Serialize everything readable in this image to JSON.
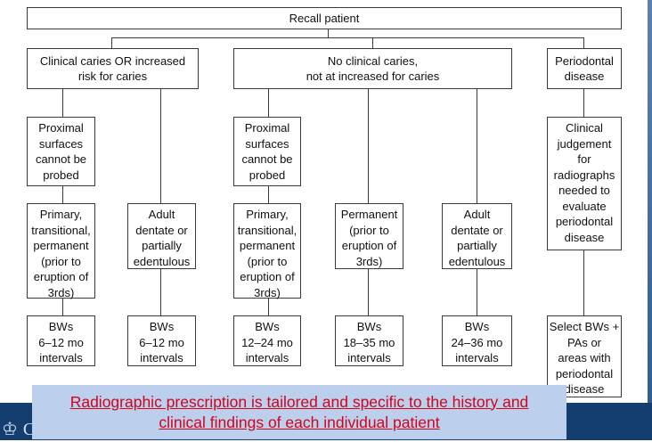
{
  "root": "Recall patient",
  "branches": {
    "caries_risk": "Clinical caries OR increased\nrisk for caries",
    "no_caries": "No clinical caries,\nnot at increased for caries",
    "perio": "Periodontal\ndisease"
  },
  "conditions": {
    "proximal_1": "Proximal\nsurfaces\ncannot be\nprobed",
    "proximal_2": "Proximal\nsurfaces\ncannot be\nprobed",
    "perio_judgement": "Clinical\njudgement\nfor\nradiographs\nneeded to\nevaluate\nperiodontal\ndisease"
  },
  "dentition": {
    "primary_1": "Primary,\ntransitional,\npermanent\n(prior to\neruption of\n3rds)",
    "adult_1": "Adult\ndentate or\npartially\nedentulous",
    "primary_2": "Primary,\ntransitional,\npermanent\n(prior to\neruption of\n3rds)",
    "permanent": "Permanent\n(prior to\neruption of\n3rds)",
    "adult_2": "Adult\ndentate or\npartially\nedentulous"
  },
  "outcomes": {
    "bw_1": "BWs\n6–12 mo\nintervals",
    "bw_2": "BWs\n6–12 mo\nintervals",
    "bw_3": "BWs\n12–24 mo\nintervals",
    "bw_4": "BWs\n18–35 mo\nintervals",
    "bw_5": "BWs\n24–36 mo\nintervals",
    "perio_select": "Select BWs +\nPAs or\nareas with\nperiodontal\ndisease"
  },
  "caption": {
    "line1": "Radiographic prescription is tailored and specific to the history and",
    "line2": "clinical findings of each individual patient"
  },
  "footer": {
    "logo_text": "♔ C",
    "logo_faint": "·····  ·····"
  },
  "colors": {
    "caption_text": "#d0041b",
    "caption_bg": "#bcd0ed",
    "footer_band": "#143d70",
    "box_border": "#3a3a3a"
  }
}
